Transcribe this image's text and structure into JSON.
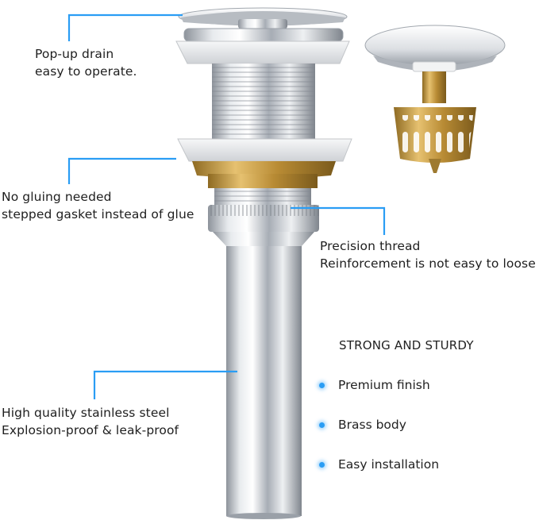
{
  "callouts": {
    "popup": [
      "Pop-up drain",
      "easy to operate."
    ],
    "glue": [
      "No gluing needed",
      "stepped gasket instead of glue"
    ],
    "thread": [
      "Precision thread",
      "Reinforcement is not easy to loose"
    ],
    "steel": [
      "High quality stainless steel",
      "Explosion-proof & leak-proof"
    ]
  },
  "features": {
    "heading": "STRONG AND STURDY",
    "items": [
      "Premium finish",
      "Brass body",
      "Easy installation"
    ]
  },
  "colors": {
    "callout_line": "#2a9df4",
    "bullet": "#2a9df4",
    "chrome": "#c9ccd1",
    "brass": "#c9a04a",
    "gasket": "#e9eaec"
  }
}
